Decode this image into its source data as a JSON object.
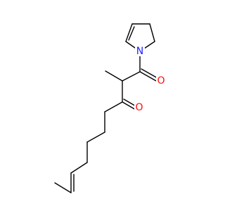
{
  "colors": {
    "background": "#ffffff",
    "bond": "#000000",
    "nitrogen": "#1f1fff",
    "oxygen": "#ff0d0d"
  },
  "atoms": {
    "n1": "N",
    "o1": "O",
    "o2": "O"
  }
}
